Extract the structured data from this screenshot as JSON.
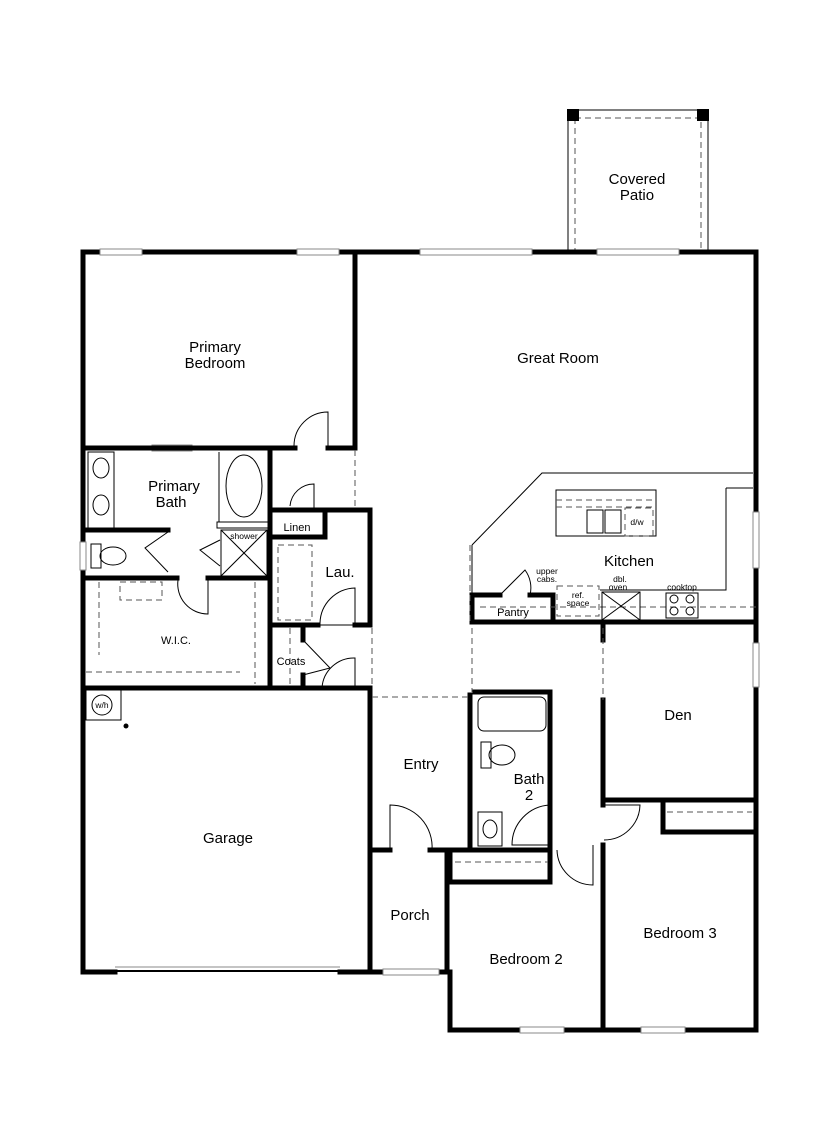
{
  "rooms": {
    "covered_patio": [
      "Covered",
      "Patio"
    ],
    "primary_bedroom": [
      "Primary",
      "Bedroom"
    ],
    "great_room": "Great Room",
    "primary_bath": [
      "Primary",
      "Bath"
    ],
    "linen": "Linen",
    "laundry": "Lau.",
    "wic": "W.I.C.",
    "coats": "Coats",
    "kitchen": "Kitchen",
    "pantry": "Pantry",
    "den": "Den",
    "entry": "Entry",
    "bath2": [
      "Bath",
      "2"
    ],
    "garage": "Garage",
    "porch": "Porch",
    "bedroom2": "Bedroom 2",
    "bedroom3": "Bedroom 3"
  },
  "fixtures": {
    "shower": "shower",
    "dishwasher": "d/w",
    "upper_cabs": [
      "upper",
      "cabs."
    ],
    "ref_space": [
      "ref.",
      "space"
    ],
    "double_oven": [
      "dbl.",
      "oven"
    ],
    "cooktop": "cooktop",
    "water_heater": "w/h"
  }
}
